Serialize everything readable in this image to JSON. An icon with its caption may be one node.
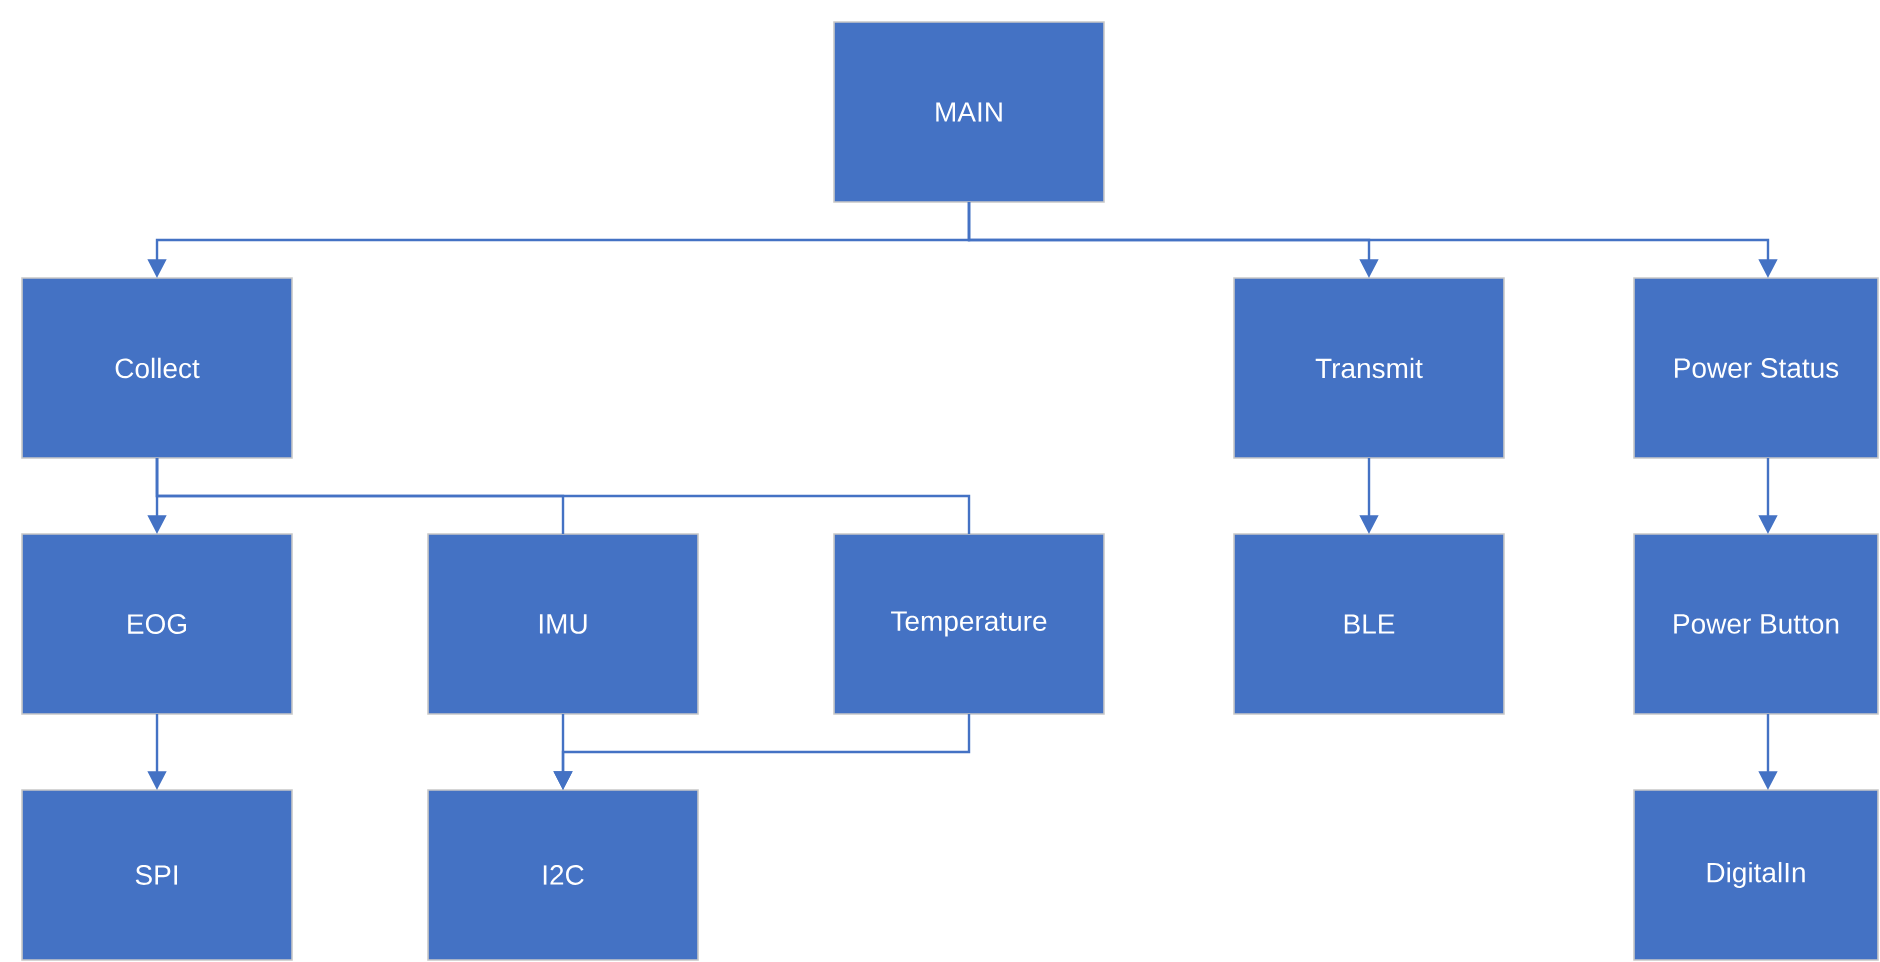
{
  "diagram": {
    "nodes": [
      {
        "text": [
          "MAIN"
        ]
      },
      {
        "text": [
          "Collect"
        ]
      },
      {
        "text": [
          "Transmit"
        ]
      },
      {
        "text": [
          "Power Status"
        ]
      },
      {
        "text": [
          "EOG"
        ]
      },
      {
        "text": [
          "IMU"
        ]
      },
      {
        "text": [
          "Temperature"
        ]
      },
      {
        "text": [
          "BLE"
        ]
      },
      {
        "text": [
          "Power Button"
        ]
      },
      {
        "text": [
          "SPI"
        ]
      },
      {
        "text": [
          "I2C"
        ]
      },
      {
        "text": [
          "DigitalIn"
        ]
      }
    ],
    "edges": [
      {
        "from": 0,
        "to": 1,
        "arrow": "to"
      },
      {
        "from": 0,
        "to": 2,
        "arrow": "to"
      },
      {
        "from": 0,
        "to": 3,
        "arrow": "to"
      },
      {
        "from": 1,
        "to": 4,
        "arrow": "to"
      },
      {
        "from": 1,
        "to": 5,
        "arrow": "none"
      },
      {
        "from": 1,
        "to": 6,
        "arrow": "none"
      },
      {
        "from": 2,
        "to": 7,
        "arrow": "to"
      },
      {
        "from": 3,
        "to": 8,
        "arrow": "to"
      },
      {
        "from": 4,
        "to": 9,
        "arrow": "to"
      },
      {
        "from": 5,
        "to": 10,
        "arrow": "to"
      },
      {
        "from": 6,
        "to": 10,
        "arrow": "to"
      },
      {
        "from": 8,
        "to": 11,
        "arrow": "to"
      }
    ]
  }
}
